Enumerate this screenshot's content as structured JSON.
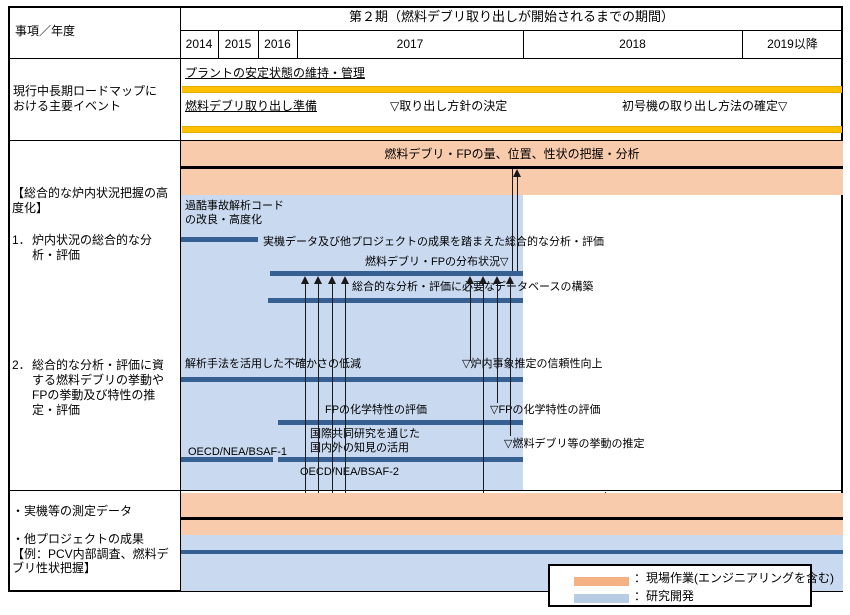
{
  "header": {
    "corner": "事項／年度",
    "period": "第２期（燃料デブリ取り出しが開始されるまでの期間）",
    "years": [
      "2014",
      "2015",
      "2016",
      "2017",
      "2018",
      "2019以降"
    ]
  },
  "events": {
    "label": "現行中長期ロードマップに\nおける主要イベント",
    "plant": "プラントの安定状態の維持・管理",
    "prep": "燃料デブリ取り出し準備",
    "policy": "▽取り出し方針の決定",
    "method": "初号機の取り出し方法の確定▽"
  },
  "main": {
    "heading": "【総合的な炉内状況把握の高度化】",
    "item1_no": "1．",
    "item1": "炉内状況の総合的な分析・評価",
    "item2_no": "2．",
    "item2": "総合的な分析・評価に資する燃料デブリの挙動やFPの挙動及び特性の推定・評価",
    "fieldwork_bar": "燃料デブリ・FPの量、位置、性状の把握・分析",
    "code": "過酷事故解析コード\nの改良・高度化",
    "jikki": "実機データ及び他プロジェクトの成果を踏まえた総合的な分析・評価",
    "bunpu": "燃料デブリ・FPの分布状況▽",
    "db": "総合的な分析・評価に必要なデータベースの構築",
    "kaiseki": "解析手法を活用した不確かさの低減",
    "ronai": "▽炉内事象推定の信頼性向上",
    "fp": "FPの化学特性の評価",
    "fp_ms": "▽FPの化学特性の評価",
    "intl": "国際共同研究を通じた\n国内外の知見の活用",
    "bsaf1": "OECD/NEA/BSAF-1",
    "debris_ms": "▽燃料デブリ等の挙動の推定",
    "bsaf2": "OECD/NEA/BSAF-2"
  },
  "bottom": {
    "label1": "・実機等の測定データ",
    "label2": "・他プロジェクトの成果",
    "label3": "【例：PCV内部調査、燃料デブリ性状把握】"
  },
  "legend": {
    "fieldwork": "：現場作業(エンジニアリングを含む)",
    "rnd": "：研究開発"
  },
  "colors": {
    "fieldwork_band": "#F8CBAD",
    "rnd_band": "#C9D9F0",
    "task_bar": "#376092",
    "milestone_bar": "#FFC000",
    "legend_fieldwork_swatch": "#F4B183",
    "legend_rnd_swatch": "#B8CCE4"
  }
}
